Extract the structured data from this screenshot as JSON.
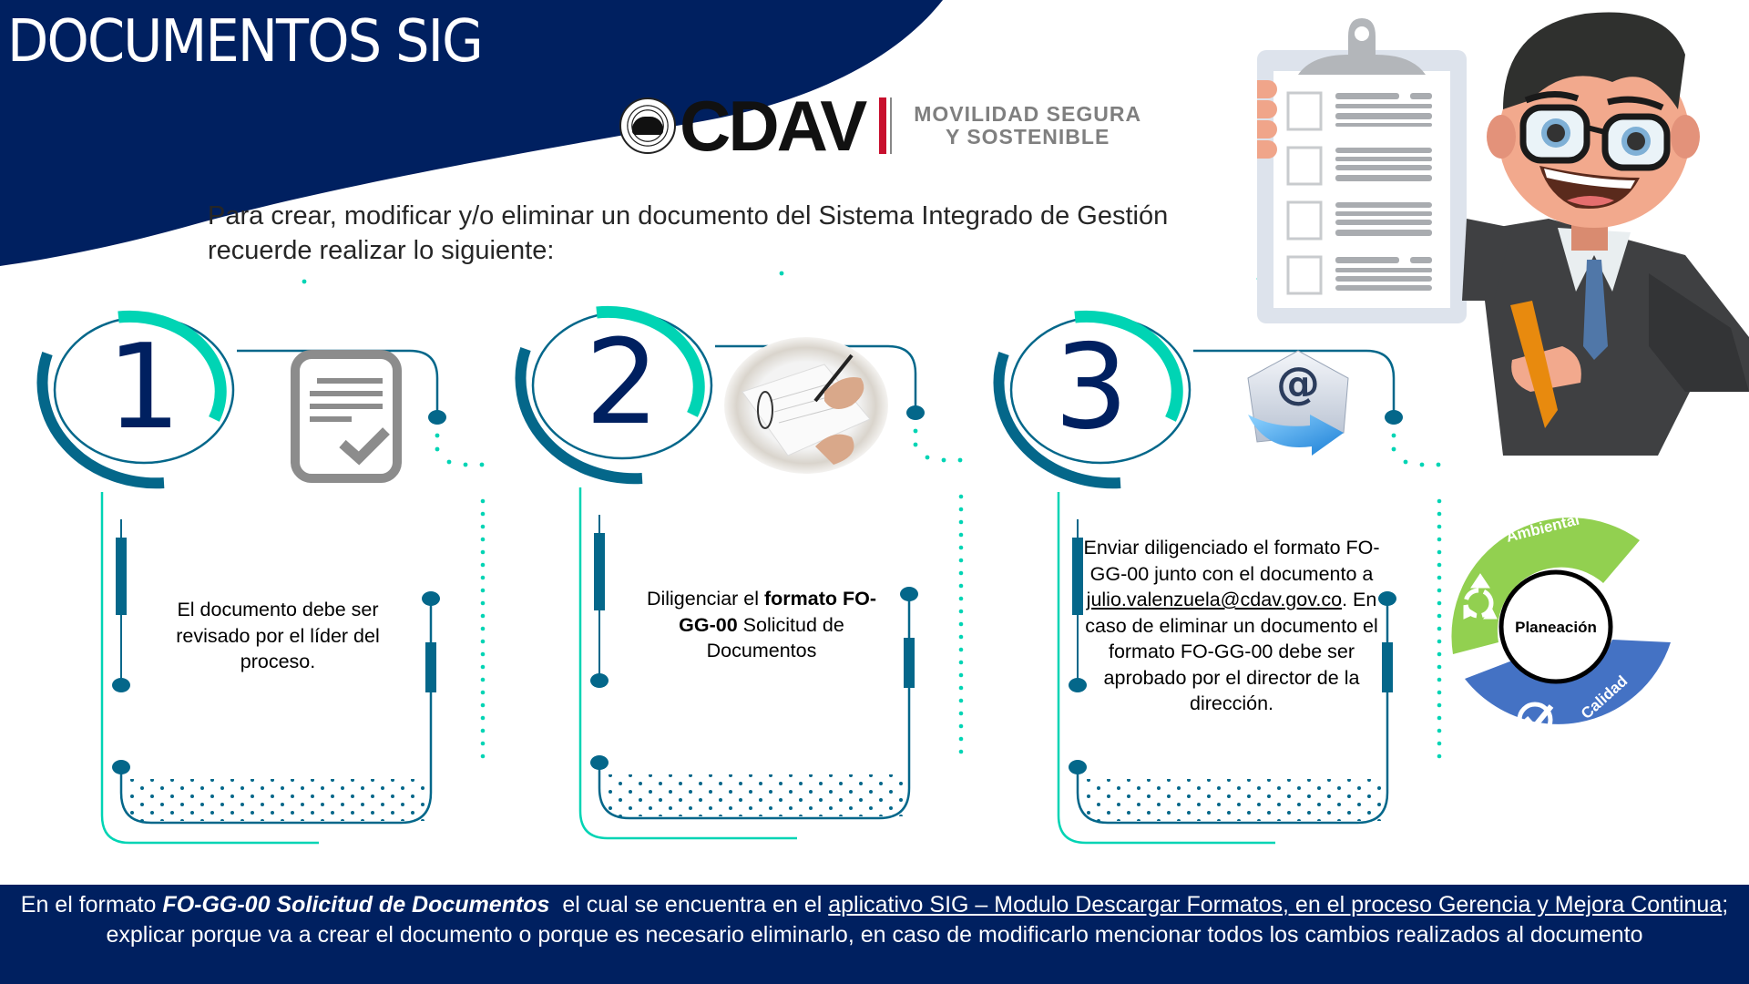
{
  "header": {
    "title": "DOCUMENTOS SIG",
    "logo": {
      "brand": "CDAV",
      "tagline_line1": "MOVILIDAD SEGURA",
      "tagline_line2": "Y SOSTENIBLE",
      "accent_color": "#C8102E"
    },
    "background_color": "#002060"
  },
  "intro": {
    "text": "Para crear, modificar y/o eliminar un documento del Sistema Integrado de Gestión recuerde realizar lo siguiente:"
  },
  "steps": [
    {
      "number": "1",
      "icon": "document-check-icon",
      "text": "El documento debe ser revisado por el líder del proceso."
    },
    {
      "number": "2",
      "icon": "signing-document-photo",
      "text_prefix": "Diligenciar el ",
      "text_bold": "formato FO-GG-00",
      "text_suffix": " Solicitud de Documentos"
    },
    {
      "number": "3",
      "icon": "email-at-icon",
      "text_part1": "Enviar diligenciado el formato FO-GG-00 junto con el documento a ",
      "email": "julio.valenzuela@cdav.gov.co",
      "text_part2": ". En caso de eliminar un documento el formato FO-GG-00 debe ser aprobado por el director de la dirección."
    }
  ],
  "sig_diagram": {
    "center": "Planeación",
    "segments": [
      {
        "label": "Ambiental",
        "color": "#92D050",
        "icon": "recycle-icon"
      },
      {
        "label": "Calidad",
        "color": "#4472C4",
        "icon": "check-circle-icon"
      }
    ]
  },
  "illustration": {
    "description": "cartoon-man-with-clipboard"
  },
  "footer": {
    "part1": "En el formato ",
    "bold_italic": "FO-GG-00 Solicitud de Documentos",
    "part2": "  el cual se encuentra en el ",
    "link": "aplicativo SIG – Modulo Descargar Formatos, en el proceso Gerencia y Mejora Continua",
    "part3": "; explicar porque va a crear el documento o porque es necesario eliminarlo, en caso de modificarlo mencionar todos los cambios realizados al documento"
  },
  "colors": {
    "navy": "#002060",
    "dark_teal": "#04678A",
    "bright_teal": "#00D4B4",
    "number_color": "#002060"
  }
}
